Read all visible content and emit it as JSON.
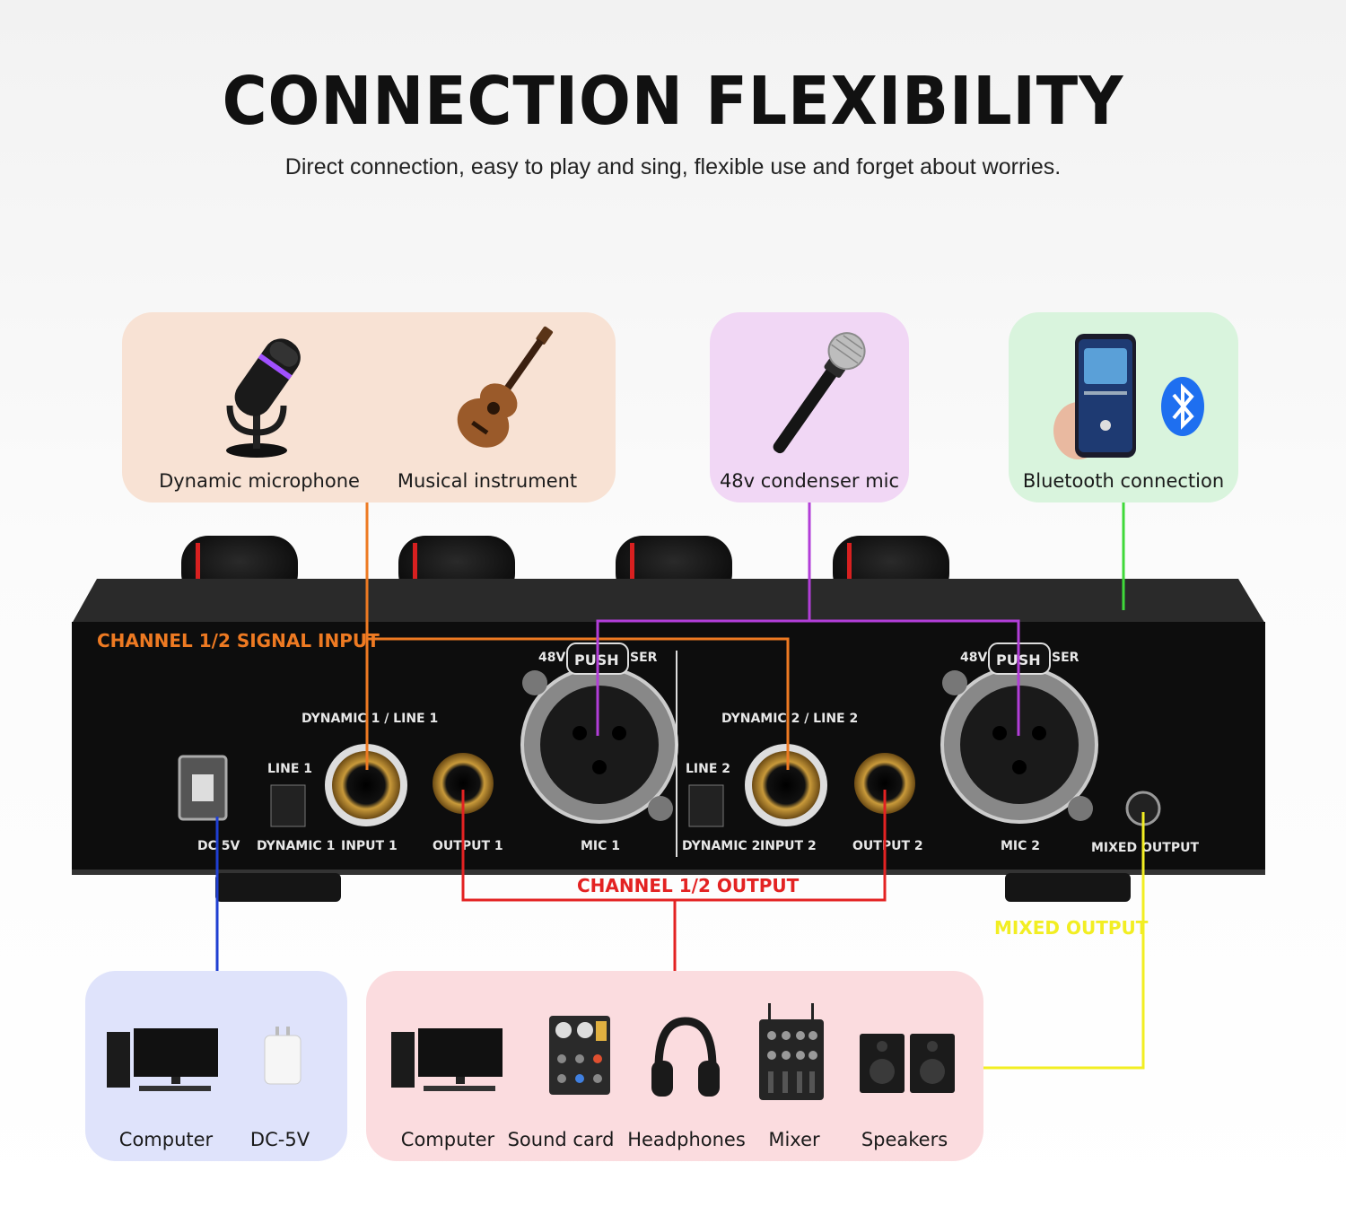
{
  "header": {
    "title": "CONNECTION FLEXIBILITY",
    "subtitle": "Direct connection, easy to play and sing, flexible use and forget about worries."
  },
  "input_cards": {
    "left": {
      "items": [
        "Dynamic microphone",
        "Musical instrument"
      ],
      "color": "#f8e2d4"
    },
    "middle": {
      "items": [
        "48v condenser mic"
      ],
      "color": "#f1d7f5"
    },
    "right": {
      "items": [
        "Bluetooth connection"
      ],
      "color": "#d9f4dd"
    }
  },
  "output_cards": {
    "power": {
      "items": [
        "Computer",
        "DC-5V"
      ],
      "color": "#dfe3fb"
    },
    "outputs": {
      "items": [
        "Computer",
        "Sound card",
        "Headphones",
        "Mixer",
        "Speakers"
      ],
      "color": "#fbdcdf"
    }
  },
  "wire_labels": {
    "signal_input": "CHANNEL 1/2 SIGNAL INPUT",
    "channel_output": "CHANNEL 1/2 OUTPUT",
    "mixed_output": "MIXED OUTPUT"
  },
  "panel": {
    "dynamic_line_1": "DYNAMIC 1 / LINE 1",
    "dynamic_line_2": "DYNAMIC 2 / LINE 2",
    "mic_48v": "48V",
    "push": "PUSH",
    "ser": "SER",
    "line_1": "LINE 1",
    "line_2": "LINE 2",
    "dc_5v": "DC 5V",
    "dynamic_1": "DYNAMIC 1",
    "dynamic_2": "DYNAMIC 2",
    "input_1": "INPUT 1",
    "input_2": "INPUT 2",
    "output_1": "OUTPUT 1",
    "output_2": "OUTPUT 2",
    "mic_1": "MIC 1",
    "mic_2": "MIC 2",
    "mixed_output": "MIXED OUTPUT"
  },
  "colors": {
    "orange": "#ee7a22",
    "purple": "#b23ed8",
    "green": "#3fd93a",
    "blue": "#1f3fd2",
    "red": "#e32222",
    "yellow": "#f2ee22"
  },
  "icons": [
    "dynamic-microphone-icon",
    "ukulele-icon",
    "handheld-microphone-icon",
    "smartphone-icon",
    "bluetooth-icon",
    "desktop-computer-icon",
    "usb-charger-icon",
    "sound-card-icon",
    "headphones-icon",
    "mixer-icon",
    "speakers-icon"
  ]
}
